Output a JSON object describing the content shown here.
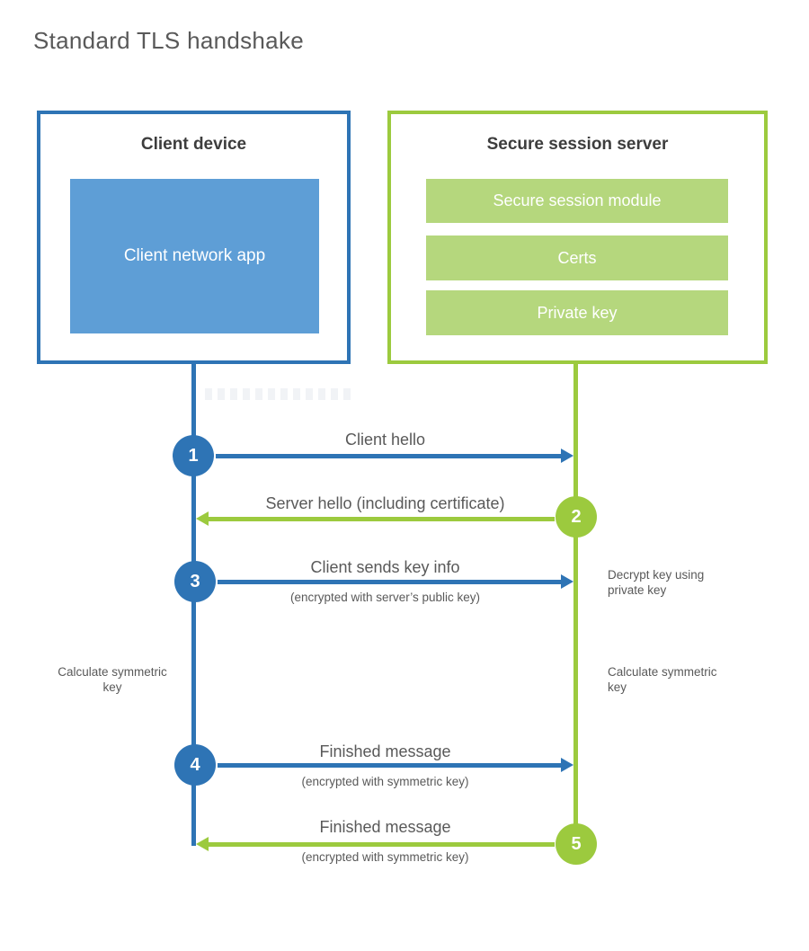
{
  "title": "Standard TLS handshake",
  "colors": {
    "blue": "#2e74b5",
    "blue_fill": "#5e9ed6",
    "green": "#9cca3e",
    "green_fill": "#b5d77d",
    "heading_text": "#3d3d3d",
    "body_text": "#595959"
  },
  "client": {
    "heading": "Client device",
    "app_label": "Client network app"
  },
  "server": {
    "heading": "Secure session server",
    "modules": [
      "Secure session module",
      "Certs",
      "Private key"
    ]
  },
  "steps": [
    {
      "num": "1",
      "label": "Client hello",
      "sub": "",
      "direction": "client-to-server"
    },
    {
      "num": "2",
      "label": "Server hello (including certificate)",
      "sub": "",
      "direction": "server-to-client"
    },
    {
      "num": "3",
      "label": "Client sends key info",
      "sub": "(encrypted with server’s public key)",
      "direction": "client-to-server"
    },
    {
      "num": "4",
      "label": "Finished message",
      "sub": "(encrypted with symmetric key)",
      "direction": "client-to-server"
    },
    {
      "num": "5",
      "label": "Finished message",
      "sub": "(encrypted with symmetric key)",
      "direction": "server-to-client"
    }
  ],
  "side_notes": {
    "decrypt": "Decrypt key using private key",
    "calculate_left": "Calculate symmetric key",
    "calculate_right": "Calculate symmetric key"
  }
}
